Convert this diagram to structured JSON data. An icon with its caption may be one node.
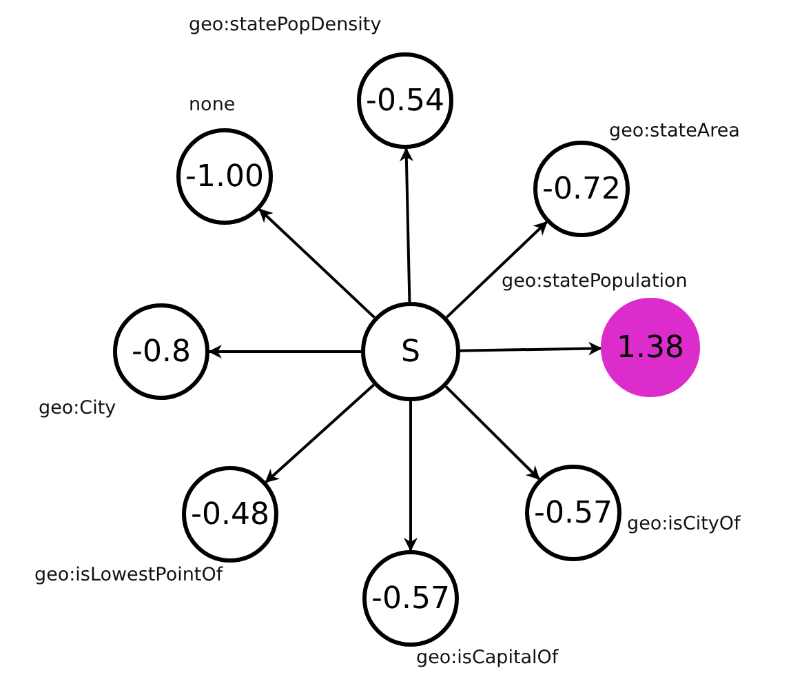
{
  "diagram": {
    "nodes": [
      {
        "text": [
          "-0.54"
        ],
        "beside": [
          "geo:statePopDensity"
        ]
      },
      {
        "text": [
          "-1.00"
        ],
        "beside": [
          "none"
        ]
      },
      {
        "text": [
          "-0.72"
        ],
        "beside": [
          "geo:stateArea"
        ]
      },
      {
        "text": [
          "-0.8"
        ],
        "beside": [
          "geo:City"
        ]
      },
      {
        "text": [
          "S"
        ]
      },
      {
        "text": [
          "1.38"
        ],
        "beside": [
          "geo:statePopulation"
        ]
      },
      {
        "text": [
          "-0.48"
        ],
        "beside": [
          "geo:isLowestPointOf"
        ]
      },
      {
        "text": [
          "-0.57"
        ],
        "beside": [
          "geo:isCityOf"
        ]
      },
      {
        "text": [
          "-0.57"
        ],
        "beside": [
          "geo:isCapitalOf"
        ]
      }
    ],
    "edges": [
      {
        "from": 4,
        "to": 0,
        "arrow": "to"
      },
      {
        "from": 4,
        "to": 1,
        "arrow": "to"
      },
      {
        "from": 4,
        "to": 2,
        "arrow": "to"
      },
      {
        "from": 4,
        "to": 3,
        "arrow": "to"
      },
      {
        "from": 4,
        "to": 5,
        "arrow": "to"
      },
      {
        "from": 4,
        "to": 6,
        "arrow": "to"
      },
      {
        "from": 4,
        "to": 7,
        "arrow": "to"
      },
      {
        "from": 4,
        "to": 8,
        "arrow": "to"
      }
    ]
  }
}
